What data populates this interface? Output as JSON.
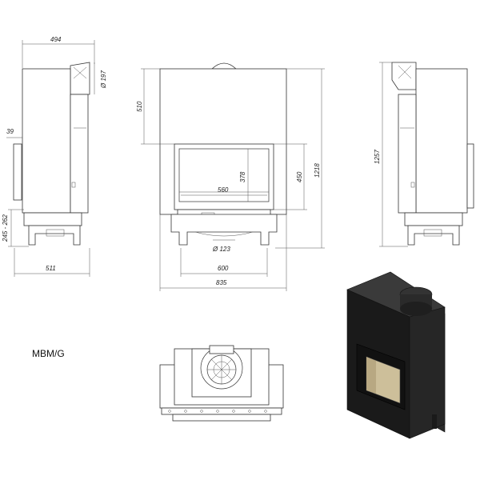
{
  "model_label": "MBM/G",
  "dimensions": {
    "side_width_top": "494",
    "flue_diameter": "Ø 197",
    "side_offset": "39",
    "side_leg_height": "245 - 262",
    "side_width_bottom": "511",
    "front_top_height": "510",
    "glass_height": "378",
    "glass_width": "560",
    "door_height": "450",
    "total_height_front": "1218",
    "air_inlet_diameter": "Ø 123",
    "front_width_inner": "600",
    "front_width_total": "835",
    "total_height_side": "1257"
  },
  "colors": {
    "line": "#333333",
    "render_body": "#1a1a1a",
    "glass": "#cdbf9a"
  }
}
